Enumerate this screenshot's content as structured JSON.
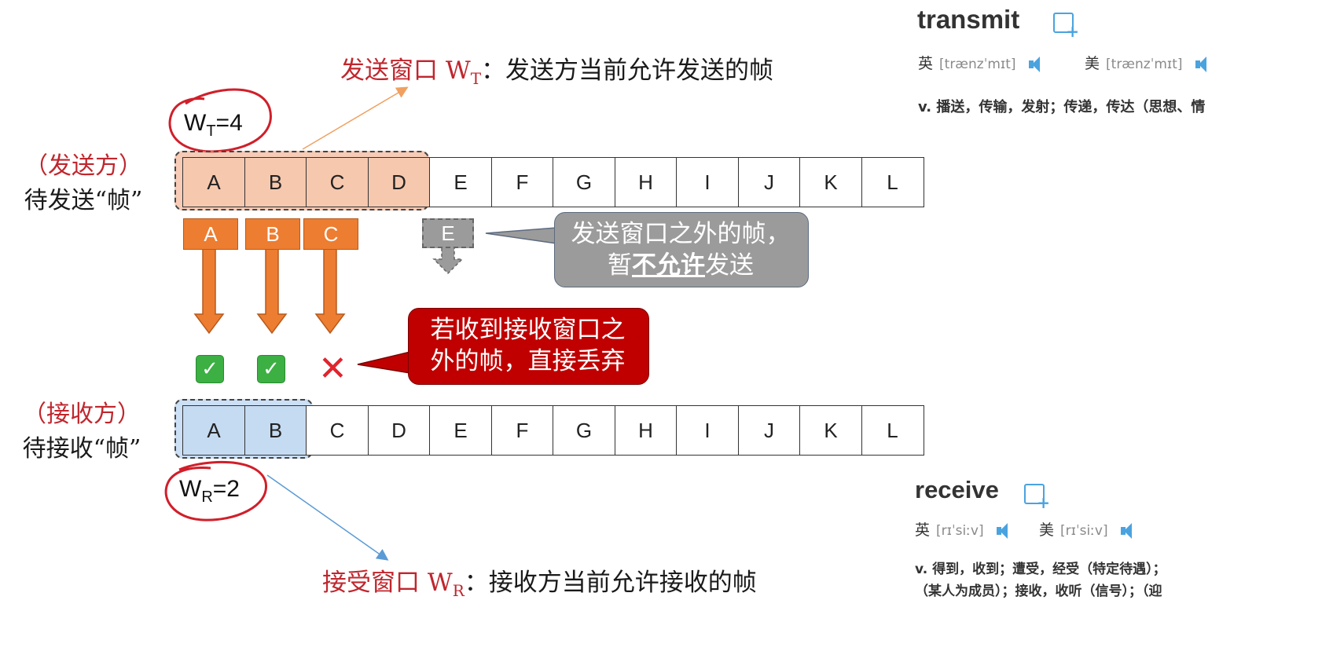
{
  "send_title": {
    "prefix": "发送窗口 W",
    "sub": "T",
    "suffix": "：发送方当前允许发送的帧"
  },
  "recv_title": {
    "prefix": "接受窗口 W",
    "sub": "R",
    "suffix": "：接收方当前允许接收的帧"
  },
  "sender_label": {
    "line1": "（发送方）",
    "line2": "待发送“帧”"
  },
  "receiver_label": {
    "line1": "（接收方）",
    "line2": "待接收“帧”"
  },
  "wt_note": {
    "base": "W",
    "sub": "T",
    "value": "=4"
  },
  "wr_note": {
    "base": "W",
    "sub": "R",
    "value": "=2"
  },
  "send_frames": [
    "A",
    "B",
    "C",
    "D",
    "E",
    "F",
    "G",
    "H",
    "I",
    "J",
    "K",
    "L"
  ],
  "recv_frames": [
    "A",
    "B",
    "C",
    "D",
    "E",
    "F",
    "G",
    "H",
    "I",
    "J",
    "K",
    "L"
  ],
  "arrows": [
    "A",
    "B",
    "C"
  ],
  "grey_arrow": "E",
  "grey_callout": {
    "line1": "发送窗口之外的帧，",
    "line2_pre": "暂",
    "line2_emph": "不允许",
    "line2_post": "发送"
  },
  "red_callout": {
    "line1": "若收到接收窗口之",
    "line2": "外的帧，直接丢弃"
  },
  "marks": {
    "ok": "✓",
    "bad": "✕"
  },
  "colors": {
    "red": "#c0262d",
    "orange": "#ed7d31",
    "blue_accent": "#4aa3df",
    "grey": "#9b9b9b",
    "dark_red": "#c00000"
  },
  "dict_transmit": {
    "word": "transmit",
    "uk_label": "英",
    "uk_ipa": "[trænzˈmɪt]",
    "us_label": "美",
    "us_ipa": "[trænzˈmɪt]",
    "def": "v. 播送，传输，发射；传递，传达（思想、情"
  },
  "dict_receive": {
    "word": "receive",
    "uk_label": "英",
    "uk_ipa": "[rɪˈsiːv]",
    "us_label": "美",
    "us_ipa": "[rɪˈsiːv]",
    "def1": "v. 得到，收到；遭受，经受（特定待遇）；",
    "def2": "（某人为成员）；接收，收听（信号）；（迎"
  }
}
